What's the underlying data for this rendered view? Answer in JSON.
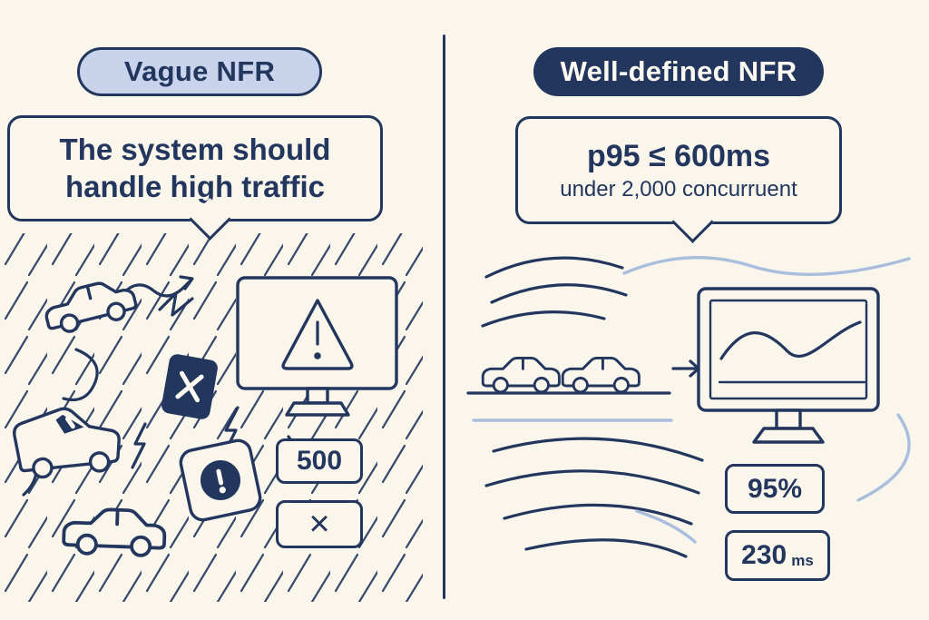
{
  "palette": {
    "background": "#faf6ec",
    "navy": "#22365e",
    "light_blue_fill": "#c9d4ec",
    "accent_blue": "#a9bedd",
    "white": "#fdfaf2"
  },
  "left": {
    "badge_label": "Vague NFR",
    "bubble": {
      "line1": "The system should",
      "line2": "handle high traffic"
    },
    "error_code_box": "500",
    "error_x_box": "×"
  },
  "right": {
    "badge_label": "Well-defined NFR",
    "bubble": {
      "line1": "p95 ≤ 600ms",
      "line2": "under 2,000 concurruent"
    },
    "percent_box": "95%",
    "latency_box": {
      "value": "230",
      "unit": "ms"
    }
  },
  "icons": {
    "car-icon": "svg-sedan-outline",
    "van-icon": "svg-van-outline",
    "error-monitor-icon": "svg-monitor-warning-triangle",
    "metrics-monitor-icon": "svg-monitor-line-chart",
    "x-badge-icon": "svg-dark-rounded-square-x",
    "alert-badge-icon": "svg-tilted-square-exclamation-circle",
    "lightning-icon": "svg-lightning-bolt",
    "arrow-right-icon": "svg-right-arrow",
    "hatch-lines": "svg-diagonal-rain-hatching",
    "flow-curves": "svg-smooth-swoosh-lines"
  }
}
